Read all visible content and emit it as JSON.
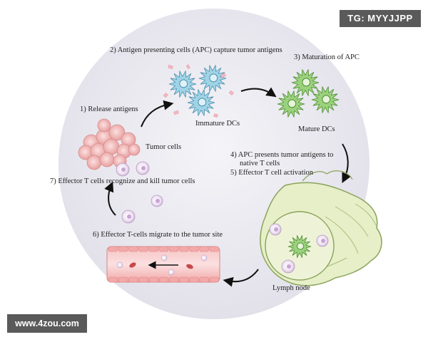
{
  "watermarks": {
    "top_right": "TG: MYYJJPP",
    "bottom_left": "www.4zou.com"
  },
  "steps": {
    "s1": "1)  Release antigens",
    "s2": "2) Antigen presenting cells (APC) capture tumor antigens",
    "s3": "3) Maturation of APC",
    "s4a": "4) APC presents tumor antigens to",
    "s4b": "native T cells",
    "s5": "5) Effector T cell activation",
    "s6": "6) Effector T-cells migrate to the tumor site",
    "s7": "7) Effector T cells recognize and kill tumor cells"
  },
  "labels": {
    "tumor_cells": "Tumor cells",
    "immature_dcs": "Immature DCs",
    "mature_dcs": "Mature DCs",
    "lymph_node": "Lymph node"
  },
  "colors": {
    "background_circle": "#e9e8ef",
    "tumor": "#f2b8b8",
    "immature_dc": "#9fd3e6",
    "mature_dc": "#9bd17d",
    "lymph_node": "#e6efc8",
    "vessel": "#f2a8a8",
    "t_cell": "#e7d6ec",
    "arrow": "#111111"
  }
}
